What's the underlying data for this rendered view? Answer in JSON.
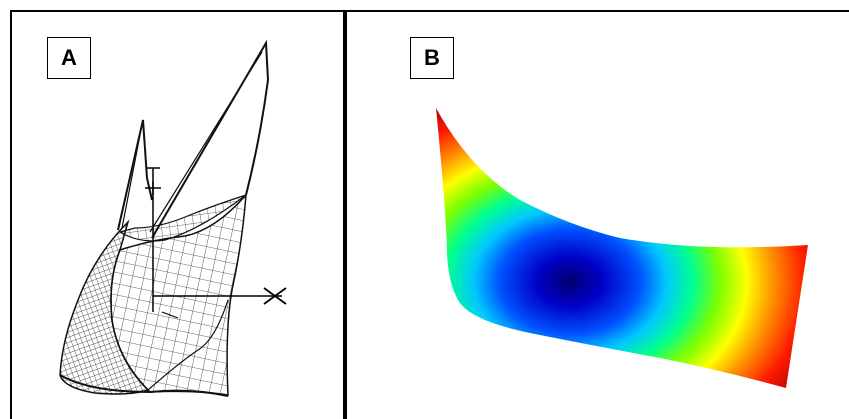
{
  "panels": {
    "a": {
      "label": "A"
    },
    "b": {
      "label": "B"
    }
  },
  "colors": {
    "frame": "#000000",
    "heatmap_stops": [
      "#00008b",
      "#0000ff",
      "#00bfff",
      "#00ff7f",
      "#7fff00",
      "#ffff00",
      "#ff8c00",
      "#ff0000",
      "#8b0000"
    ]
  },
  "panel_a_axes": {
    "vertical_axis_label": "+",
    "horizontal_axis_label": "x"
  }
}
